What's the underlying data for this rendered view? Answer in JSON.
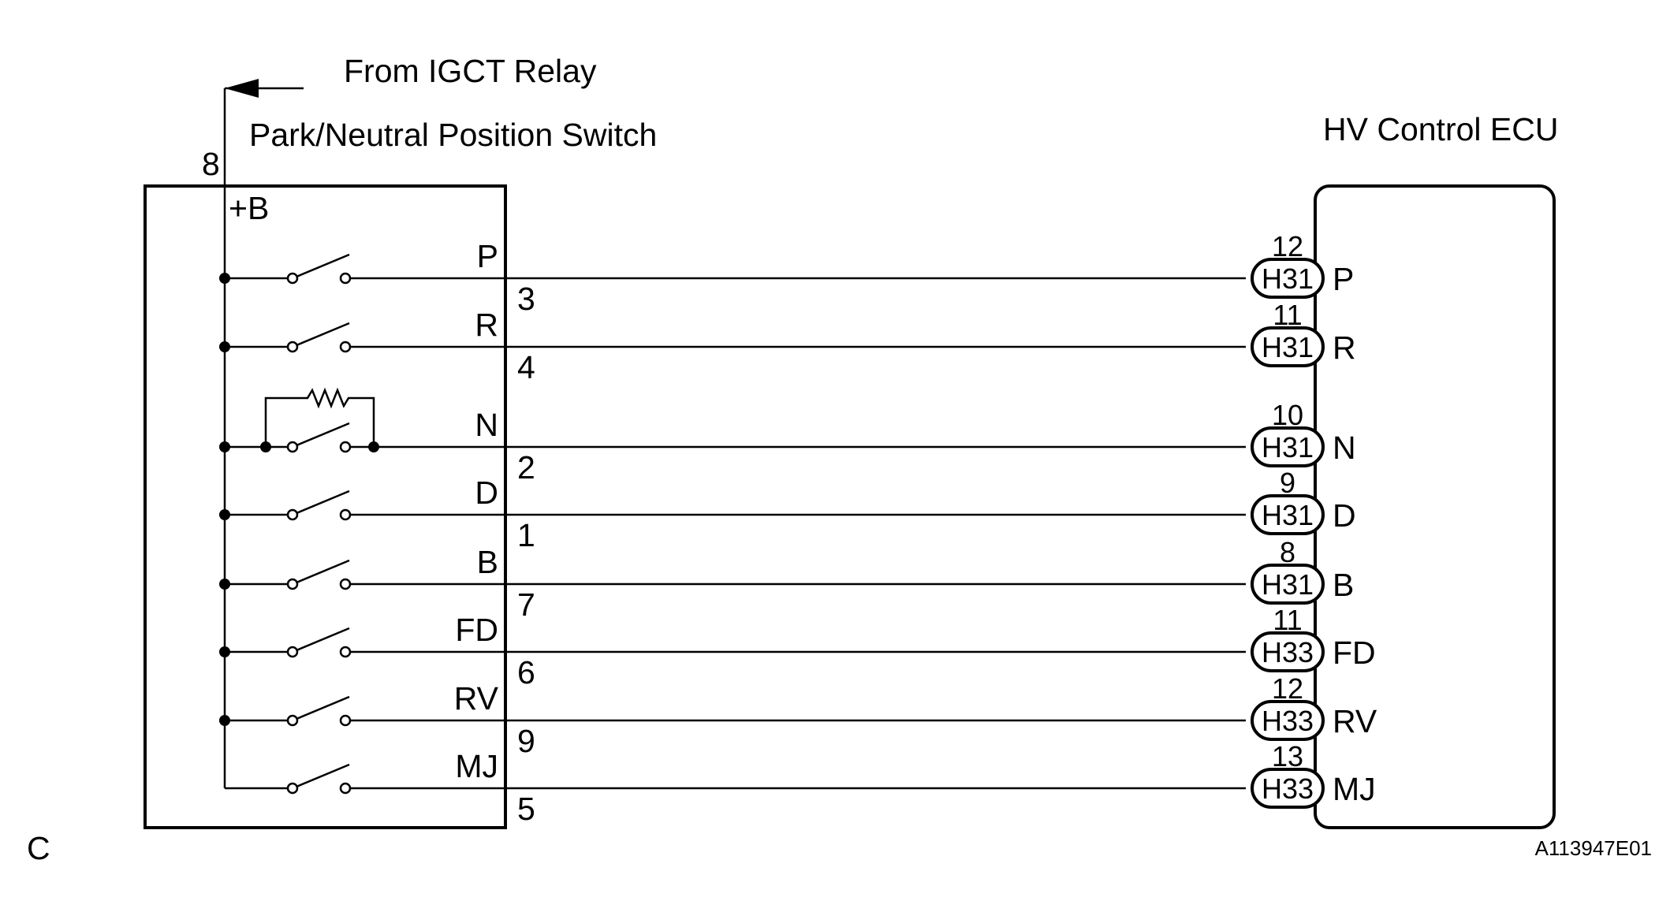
{
  "source": {
    "from_label": "From IGCT Relay",
    "switch_title": "Park/Neutral Position Switch",
    "supply_pin": "8",
    "supply_label": "+B"
  },
  "ecu": {
    "title": "HV Control ECU"
  },
  "circuits": [
    {
      "name": "P",
      "switch_pin": "3",
      "connector": "H31",
      "ecu_pin": "12",
      "has_resistor": false
    },
    {
      "name": "R",
      "switch_pin": "4",
      "connector": "H31",
      "ecu_pin": "11",
      "has_resistor": false
    },
    {
      "name": "N",
      "switch_pin": "2",
      "connector": "H31",
      "ecu_pin": "10",
      "has_resistor": true
    },
    {
      "name": "D",
      "switch_pin": "1",
      "connector": "H31",
      "ecu_pin": "9",
      "has_resistor": false
    },
    {
      "name": "B",
      "switch_pin": "7",
      "connector": "H31",
      "ecu_pin": "8",
      "has_resistor": false
    },
    {
      "name": "FD",
      "switch_pin": "6",
      "connector": "H33",
      "ecu_pin": "11",
      "has_resistor": false
    },
    {
      "name": "RV",
      "switch_pin": "9",
      "connector": "H33",
      "ecu_pin": "12",
      "has_resistor": false
    },
    {
      "name": "MJ",
      "switch_pin": "5",
      "connector": "H33",
      "ecu_pin": "13",
      "has_resistor": false
    }
  ],
  "footer": {
    "left_code": "C",
    "figure_id": "A113947E01"
  }
}
